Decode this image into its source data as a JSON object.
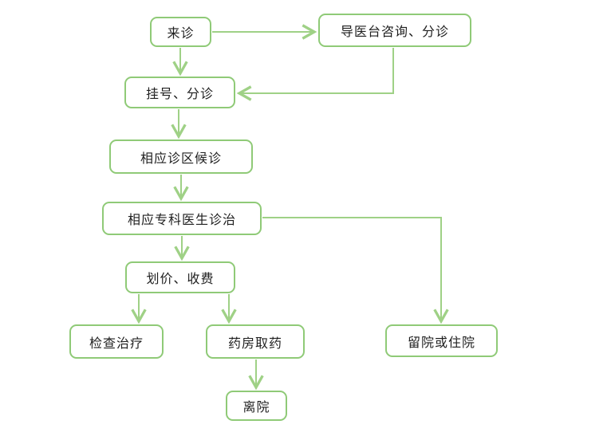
{
  "diagram": {
    "type": "flowchart",
    "colors": {
      "node_border": "#8fca77",
      "connector": "#9fd186",
      "node_fill": "#ffffff",
      "text": "#1f1f1f",
      "background": "#ffffff"
    },
    "nodes": [
      {
        "id": "arrival",
        "label": "来诊"
      },
      {
        "id": "guide-desk",
        "label": "导医台咨询、分诊"
      },
      {
        "id": "register",
        "label": "挂号、分诊"
      },
      {
        "id": "waiting",
        "label": "相应诊区候诊"
      },
      {
        "id": "doctor",
        "label": "相应专科医生诊治"
      },
      {
        "id": "pricing",
        "label": "划价、收费"
      },
      {
        "id": "exam",
        "label": "检查治疗"
      },
      {
        "id": "pharmacy",
        "label": "药房取药"
      },
      {
        "id": "stay",
        "label": "留院或住院"
      },
      {
        "id": "leave",
        "label": "离院"
      }
    ],
    "edges": [
      {
        "from": "arrival",
        "to": "guide-desk"
      },
      {
        "from": "arrival",
        "to": "register"
      },
      {
        "from": "guide-desk",
        "to": "register"
      },
      {
        "from": "register",
        "to": "waiting"
      },
      {
        "from": "waiting",
        "to": "doctor"
      },
      {
        "from": "doctor",
        "to": "pricing"
      },
      {
        "from": "doctor",
        "to": "stay"
      },
      {
        "from": "pricing",
        "to": "exam"
      },
      {
        "from": "pricing",
        "to": "pharmacy"
      },
      {
        "from": "pharmacy",
        "to": "leave"
      }
    ]
  }
}
